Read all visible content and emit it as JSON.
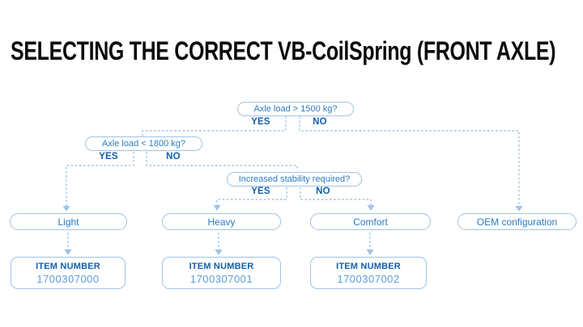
{
  "title": "SELECTING THE CORRECT VB-CoilSpring (FRONT AXLE)",
  "colors": {
    "title_text": "#0b0b0b",
    "wire_blue": "#9dc3e6",
    "box_border_blue": "#a0c4e6",
    "question_text_blue": "#2b7bc0",
    "label_dark_blue": "#1060ac",
    "item_number_blue": "#5b9bd5",
    "background": "#ffffff"
  },
  "flow": {
    "q1": {
      "text": "Axle load > 1500 kg?",
      "yes": "YES",
      "no": "NO"
    },
    "q2": {
      "text": "Axle load < 1800 kg?",
      "yes": "YES",
      "no": "NO"
    },
    "q3": {
      "text": "Increased stability required?",
      "yes": "YES",
      "no": "NO"
    },
    "options": {
      "light": "Light",
      "heavy": "Heavy",
      "comfort": "Comfort",
      "oem": "OEM configuration"
    },
    "items": [
      {
        "label": "ITEM NUMBER",
        "number": "1700307000"
      },
      {
        "label": "ITEM NUMBER",
        "number": "1700307001"
      },
      {
        "label": "ITEM NUMBER",
        "number": "1700307002"
      }
    ]
  }
}
